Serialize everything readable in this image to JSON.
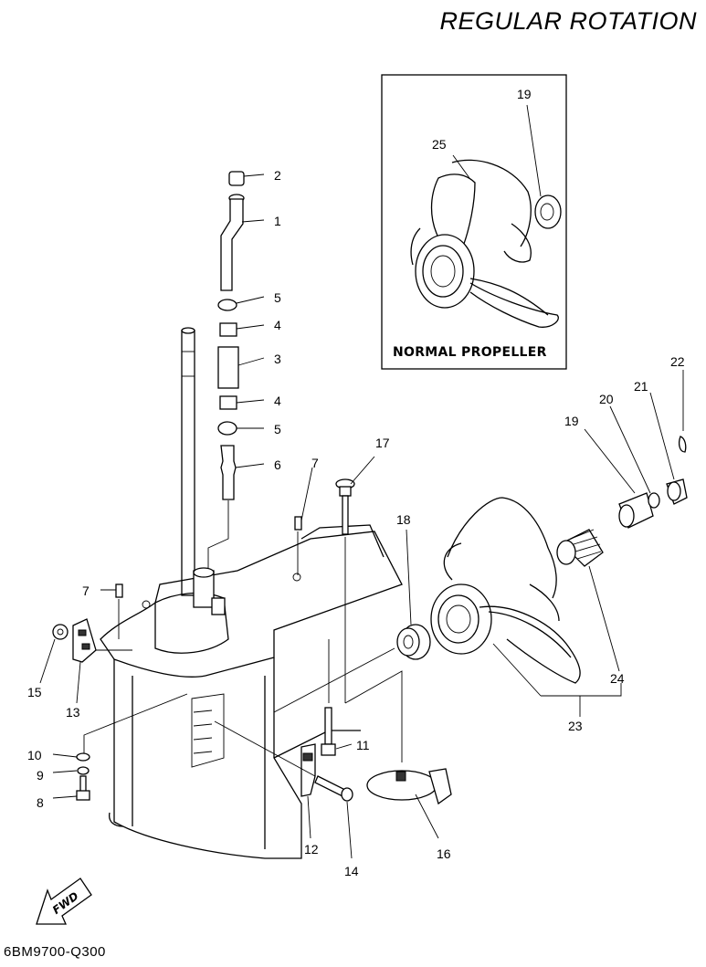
{
  "header": {
    "title": "REGULAR ROTATION"
  },
  "inset": {
    "label": "NORMAL PROPELLER"
  },
  "fwd_label": "FWD",
  "footer": {
    "code": "6BM9700-Q300"
  },
  "callouts": [
    {
      "label": "2"
    },
    {
      "label": "1"
    },
    {
      "label": "5"
    },
    {
      "label": "4"
    },
    {
      "label": "3"
    },
    {
      "label": "4"
    },
    {
      "label": "5"
    },
    {
      "label": "6"
    },
    {
      "label": "7"
    },
    {
      "label": "17"
    },
    {
      "label": "18"
    },
    {
      "label": "19"
    },
    {
      "label": "20"
    },
    {
      "label": "21"
    },
    {
      "label": "22"
    },
    {
      "label": "7"
    },
    {
      "label": "15"
    },
    {
      "label": "13"
    },
    {
      "label": "10"
    },
    {
      "label": "9"
    },
    {
      "label": "8"
    },
    {
      "label": "11"
    },
    {
      "label": "12"
    },
    {
      "label": "14"
    },
    {
      "label": "16"
    },
    {
      "label": "24"
    },
    {
      "label": "23"
    },
    {
      "label": "19"
    },
    {
      "label": "25"
    }
  ]
}
